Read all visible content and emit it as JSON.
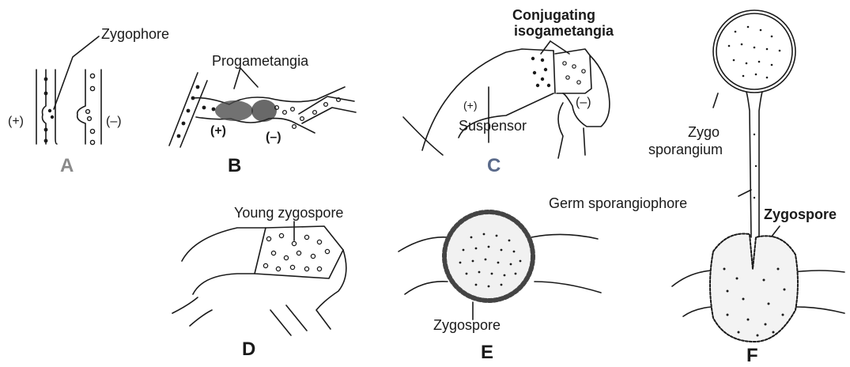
{
  "colors": {
    "line": "#1a1a1a",
    "panel_gray": "#8a8a8a",
    "panel_blue": "#5a6a8a",
    "shade": "#555555"
  },
  "panels": {
    "A": "A",
    "B": "B",
    "C": "C",
    "D": "D",
    "E": "E",
    "F": "F"
  },
  "labels": {
    "zygophore": "Zygophore",
    "plus_a": "(+)",
    "minus_a": "(–)",
    "progametangia": "Progametangia",
    "plus_b": "(+)",
    "minus_b": "(–)",
    "conjugating_1": "Conjugating",
    "conjugating_2": "isogametangia",
    "plus_c": "(+)",
    "minus_c": "(–)",
    "suspensor": "Suspensor",
    "young_zygospore": "Young zygospore",
    "zygospore_e": "Zygospore",
    "zygo_1": "Zygo",
    "zygo_2": "sporangium",
    "germ_sporangiophore": "Germ sporangiophore",
    "zygospore_f": "Zygospore"
  }
}
